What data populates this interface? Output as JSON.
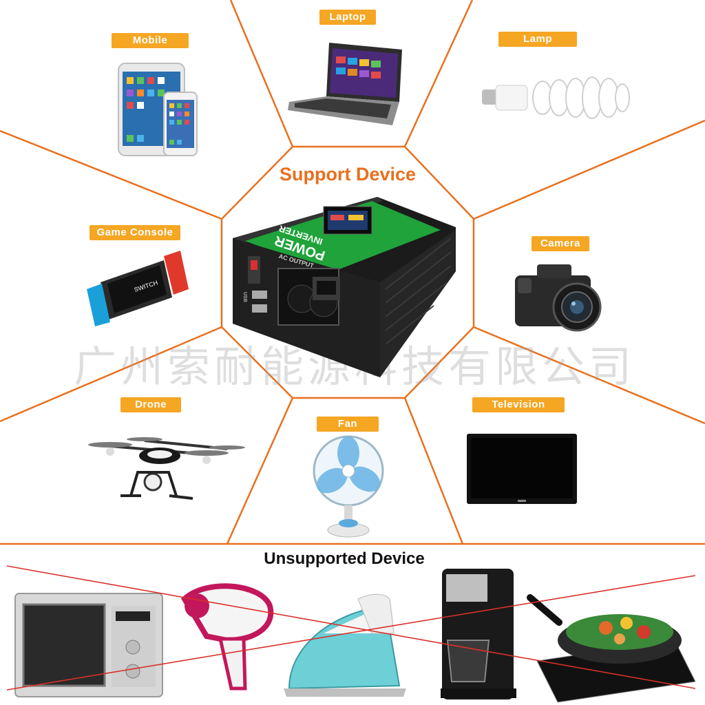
{
  "support_title": "Support Device",
  "unsupported_title": "Unsupported Device",
  "watermark": "广州索耐能源科技有限公司",
  "supported_devices": [
    {
      "label": "Mobile",
      "icon": "tablet-phone-icon"
    },
    {
      "label": "Laptop",
      "icon": "laptop-icon"
    },
    {
      "label": "Lamp",
      "icon": "cfl-lamp-icon"
    },
    {
      "label": "Game Console",
      "icon": "game-console-icon"
    },
    {
      "label": "Camera",
      "icon": "camera-icon"
    },
    {
      "label": "Drone",
      "icon": "drone-icon"
    },
    {
      "label": "Fan",
      "icon": "fan-icon"
    },
    {
      "label": "Television",
      "icon": "television-icon"
    }
  ],
  "unsupported_devices": [
    {
      "icon": "microwave-icon"
    },
    {
      "icon": "hair-dryer-icon"
    },
    {
      "icon": "iron-icon"
    },
    {
      "icon": "coffee-maker-icon"
    },
    {
      "icon": "induction-cooker-icon"
    }
  ],
  "inverter": {
    "brand_line1": "POWER",
    "brand_line2": "INVERTER",
    "output_label": "AC OUTPUT",
    "usb_label": "USB"
  },
  "colors": {
    "accent": "#e8701e",
    "tag_bg": "#f5a623",
    "cross_lines": "#d9302a",
    "inverter_green": "#1fa33a"
  }
}
